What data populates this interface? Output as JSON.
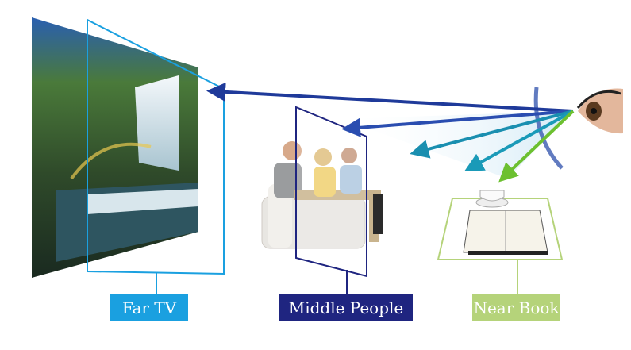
{
  "labels": {
    "far": "Far TV",
    "middle": "Middle People",
    "near": "Near Book"
  },
  "colors": {
    "far": "#1aa0e0",
    "middle": "#1f2580",
    "near": "#b5d37a",
    "arrow_far": "#1f3a9a",
    "arrow_mid": "#2a4db0",
    "arrow_teal": "#1a8fb0",
    "arrow_green": "#6cc030"
  }
}
